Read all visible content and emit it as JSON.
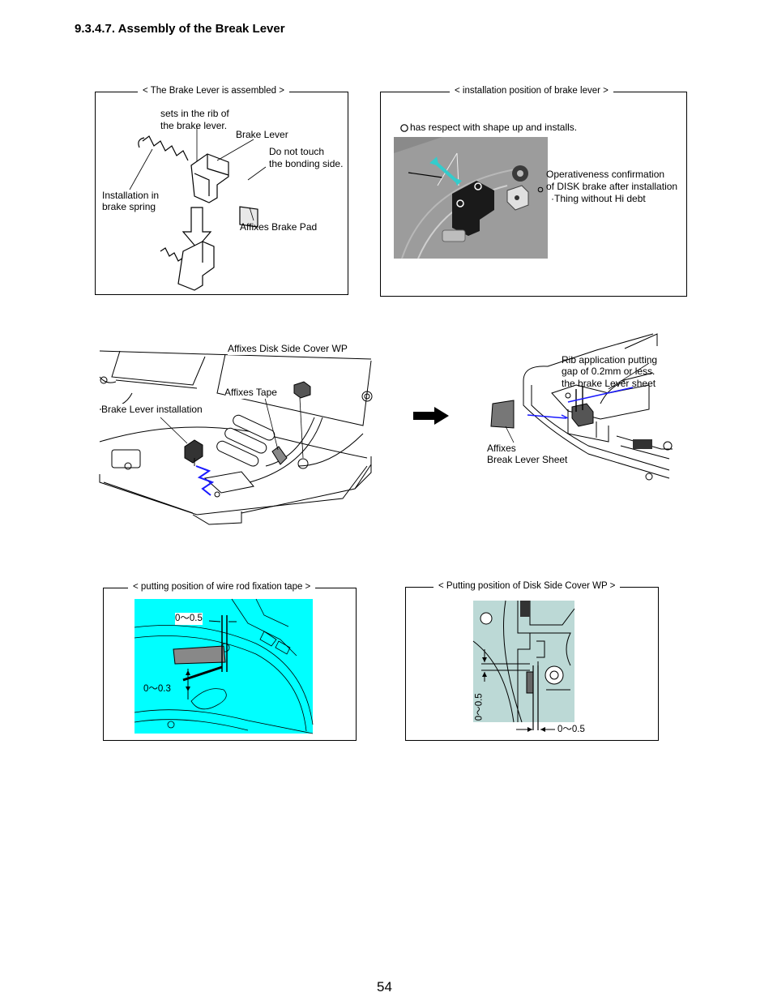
{
  "heading": "9.3.4.7. Assembly of the Break Lever",
  "page_number": "54",
  "panel_brake_lever": {
    "caption": "< The Brake Lever is assembled >",
    "label_sets_in_rib": "sets in the rib of",
    "label_sets_in_rib_2": "the brake lever.",
    "label_brake_lever": "Brake Lever",
    "label_do_not_touch": "Do not touch",
    "label_do_not_touch_2": "the bonding side.",
    "label_installation_spring": "Installation in",
    "label_installation_spring_2": "brake spring",
    "label_affixes_pad": "Affixes Brake Pad"
  },
  "panel_install_position": {
    "caption": "< installation position of brake lever >",
    "note": "has respect with shape up and installs.",
    "op_line1": "Operativeness confirmation",
    "op_line2": "of DISK brake after installation",
    "op_line3": "·Thing without Hi debt"
  },
  "assembly_left": {
    "label_cover_wp": "Affixes Disk Side Cover WP",
    "label_tape": "Affixes Tape",
    "label_lever_install": "Brake Lever installation"
  },
  "assembly_right": {
    "rib_line1": "Rib application putting",
    "rib_line2": "gap of 0.2mm or less.",
    "rib_line3": "the brake Lever sheet",
    "sheet_line1": "Affixes",
    "sheet_line2": "Break Lever Sheet"
  },
  "panel_wire_tape": {
    "caption": "< putting position of wire rod fixation tape >",
    "dim_top": "0～0.5",
    "dim_bottom": "0～0.3"
  },
  "panel_cover_wp": {
    "caption": "< Putting position of Disk Side Cover WP >",
    "dim_vertical": "0～0.5",
    "dim_horizontal": "0～0.5"
  },
  "colors": {
    "cyan_fill": "#00ffff",
    "teal_fill": "#bcd9d6",
    "arrow_cyan": "#33cccc",
    "blue_line": "#1a1aff"
  }
}
